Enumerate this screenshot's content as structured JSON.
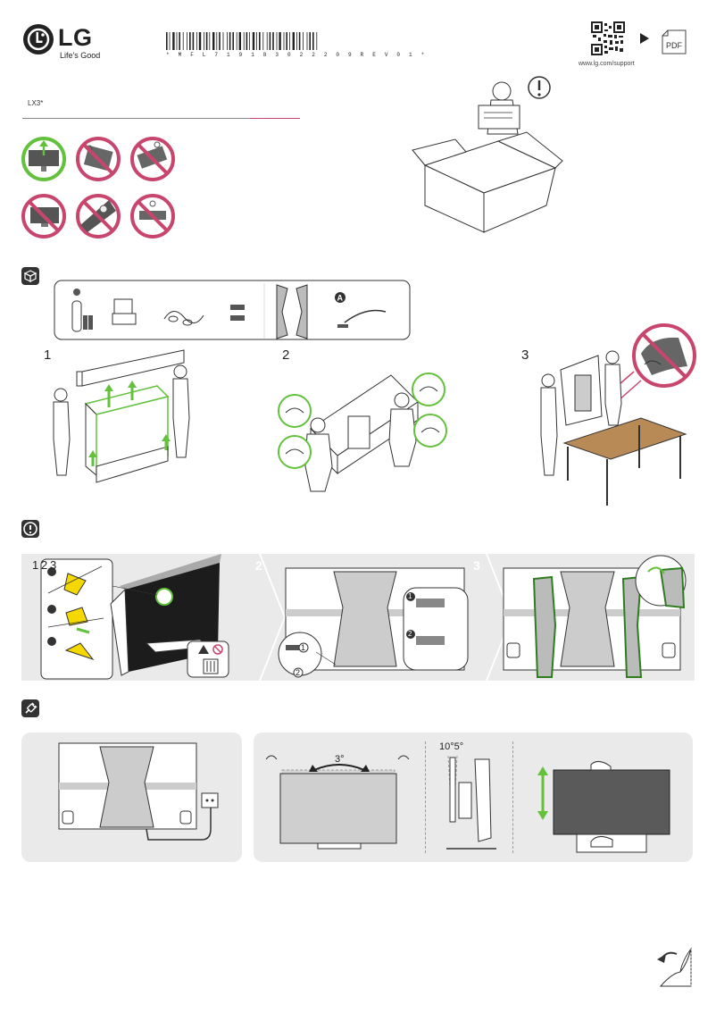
{
  "brand": {
    "logo_text": "LG",
    "tagline": "Life's Good"
  },
  "barcode": {
    "text": "* M F L 7 1 9 1 8 3 0 2 2 2 0 9 R E V 0 1 *"
  },
  "model": "LX3*",
  "support": {
    "url": "www.lg.com/support",
    "pdf_label": "PDF"
  },
  "steps": {
    "unpack_1": "1",
    "unpack_2": "2",
    "unpack_3": "3",
    "caution_1": "1",
    "caution_2": "2",
    "caution_3": "3",
    "stand_1": "2",
    "stand_2": "3",
    "callout_1": "1",
    "callout_2": "2",
    "inset_1": "1",
    "inset_2": "2"
  },
  "angles": {
    "swivel": "3°",
    "tilt": "10°5°"
  },
  "icons": {
    "box": "box-icon",
    "caution": "exclamation-icon",
    "plug": "power-plug-icon",
    "page_turn": "page-turn-icon",
    "arrow": "play-arrow-icon"
  },
  "colors": {
    "accent_pink": "#c8466e",
    "prohibit_red": "#c8466e",
    "ok_green": "#63c13e",
    "panel_gray": "#eaeaea",
    "screen_dark": "#555555",
    "table_brown": "#b88a56"
  }
}
